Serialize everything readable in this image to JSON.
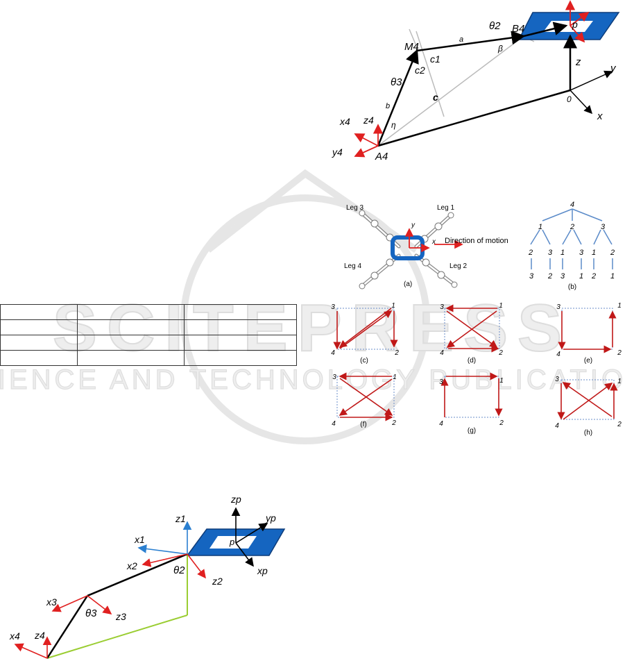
{
  "watermark": {
    "line1": "SCITEPRESS",
    "line2": "SCIENCE AND TECHNOLOGY PUBLICATIONS"
  },
  "fig_top_right": {
    "labels": {
      "theta2": "θ2",
      "B4": "B4",
      "p": "p",
      "a": "a",
      "M4": "M4",
      "c1": "c1",
      "beta": "β",
      "z": "z",
      "y": "y",
      "c2": "c2",
      "theta3": "θ3",
      "c": "c",
      "origin": "0",
      "b": "b",
      "x": "x",
      "x4": "x4",
      "z4": "z4",
      "eta": "η",
      "y4": "y4",
      "A4": "A4"
    }
  },
  "fig_walk": {
    "legs": {
      "leg3": "Leg 3",
      "leg1": "Leg 1",
      "leg4": "Leg 4",
      "leg2": "Leg 2"
    },
    "axes": {
      "y": "y",
      "x": "x"
    },
    "motion": "Direction of motion",
    "caption_a": "(a)",
    "caption_b": "(b)",
    "tree": {
      "root": "4",
      "level1": [
        "1",
        "2",
        "3"
      ],
      "level2": [
        "2",
        "3",
        "1",
        "3",
        "1",
        "2"
      ],
      "level3": [
        "3",
        "2",
        "3",
        "1",
        "2",
        "1"
      ]
    }
  },
  "gait_panels": [
    {
      "caption": "(c)",
      "corners": [
        "3",
        "1",
        "4",
        "2"
      ]
    },
    {
      "caption": "(d)",
      "corners": [
        "3",
        "1",
        "4",
        "2"
      ]
    },
    {
      "caption": "(e)",
      "corners": [
        "3",
        "1",
        "4",
        "2"
      ]
    },
    {
      "caption": "(f)",
      "corners": [
        "3",
        "1",
        "4",
        "2"
      ]
    },
    {
      "caption": "(g)",
      "corners": [
        "3",
        "1",
        "4",
        "2"
      ]
    },
    {
      "caption": "(h)",
      "corners": [
        "3",
        "1",
        "4",
        "2"
      ]
    }
  ],
  "fig_bottom_left": {
    "labels": {
      "zp": "zp",
      "z1": "z1",
      "yp": "yp",
      "x1": "x1",
      "p": "p",
      "x2": "x2",
      "theta2": "θ2",
      "xp": "xp",
      "z2": "z2",
      "x3": "x3",
      "theta3": "θ3",
      "z3": "z3",
      "z4": "z4",
      "x4": "x4"
    }
  },
  "colors": {
    "platform": "#1565c0",
    "red_axis": "#e02020",
    "blue_axis": "#2a7fd0",
    "leg_green": "#9acd32",
    "tree": "#5b8bc9",
    "watermark": "#dcdcdc"
  }
}
